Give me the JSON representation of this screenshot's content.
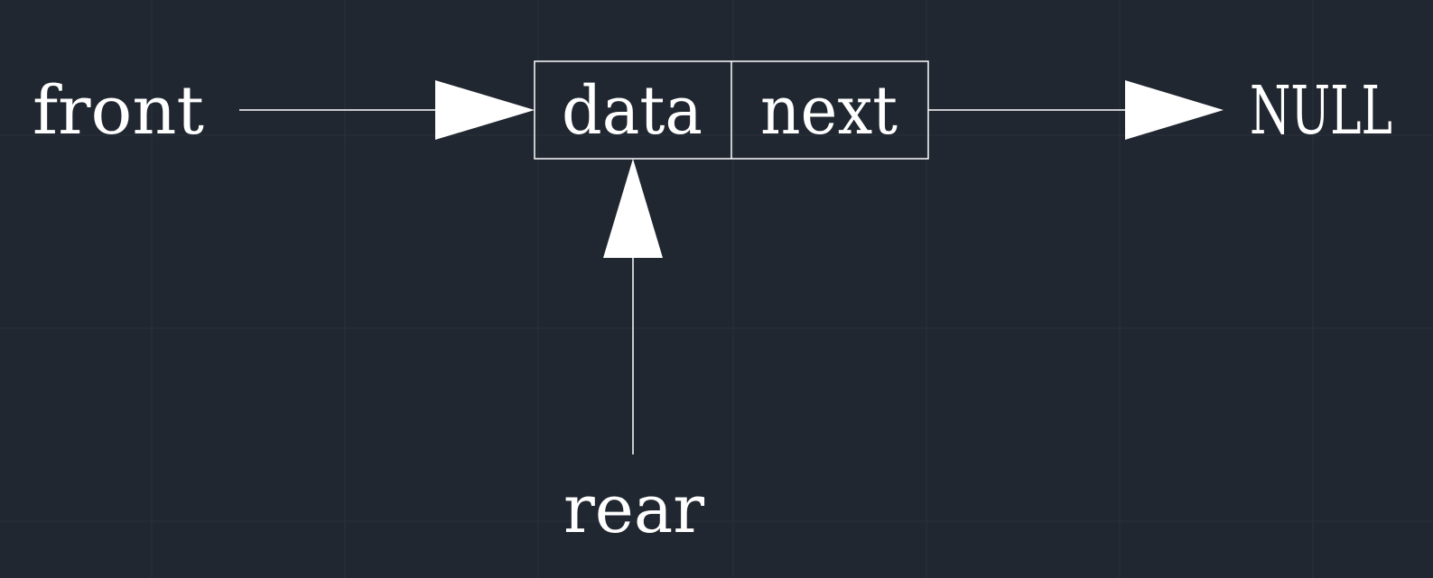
{
  "labels": {
    "front": "front",
    "rear": "rear",
    "null": "NULL"
  },
  "node": {
    "data_field": "data",
    "next_field": "next"
  },
  "colors": {
    "background": "#212730",
    "grid": "#2a313b",
    "stroke": "#ffffff"
  }
}
